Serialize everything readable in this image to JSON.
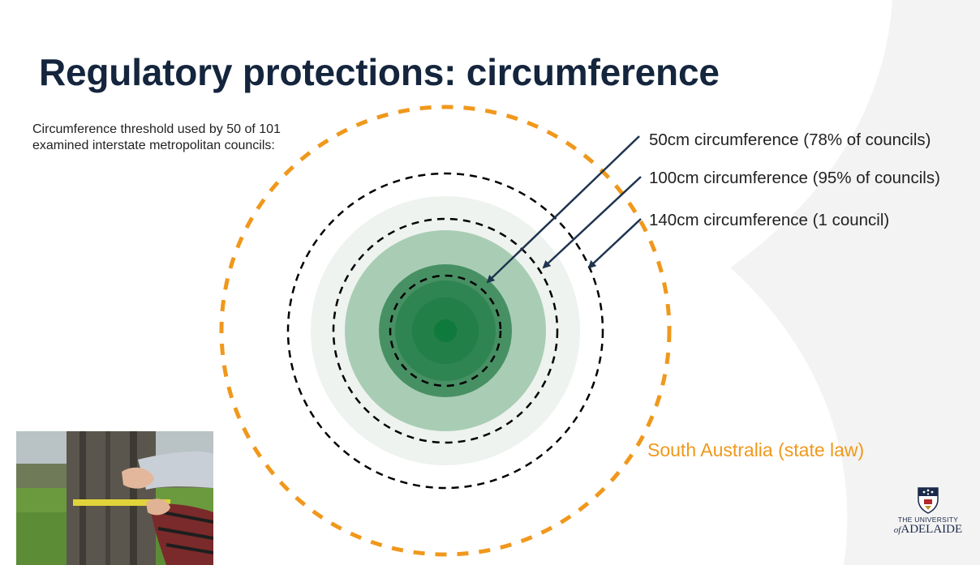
{
  "slide": {
    "title": "Regulatory protections: circumference",
    "intro": "Circumference threshold used by 50 of 101 examined interstate metropolitan councils:"
  },
  "diagram": {
    "labels": {
      "c50": "50cm circumference (78% of councils)",
      "c100": "100cm circumference (95% of councils)",
      "c140": "140cm circumference (1 council)",
      "sa": "South Australia (state law)"
    },
    "colors": {
      "state_ring": "#f0981c",
      "dashed_ring": "#000000",
      "arrow": "#1f3450",
      "green_dark": "#0e7a3b"
    }
  },
  "logo": {
    "line1": "THE UNIVERSITY",
    "line2_prefix": "of",
    "line2": "ADELAIDE"
  },
  "photo": {
    "icon": "tree-measuring-photo"
  }
}
